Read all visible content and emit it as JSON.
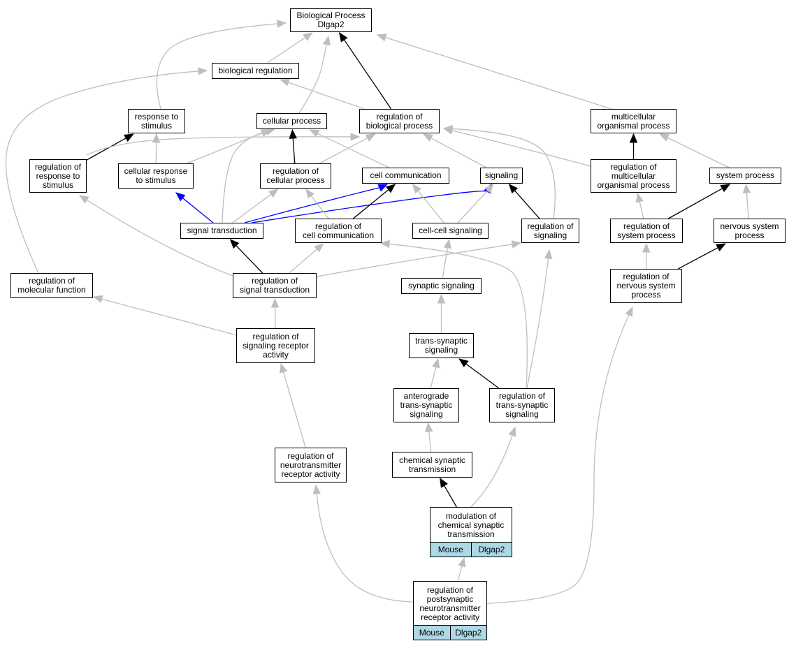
{
  "nodes": {
    "bp": "Biological Process\nDlgap2",
    "bio_reg": "biological regulation",
    "resp_stim": "response to\nstimulus",
    "cell_proc": "cellular process",
    "reg_bio_proc": "regulation of\nbiological process",
    "multi_proc": "multicellular\norganismal process",
    "reg_resp_stim": "regulation of\nresponse to\nstimulus",
    "cell_resp_stim": "cellular response\nto stimulus",
    "reg_cell_proc": "regulation of\ncellular process",
    "cell_comm": "cell communication",
    "signaling": "signaling",
    "reg_multi_proc": "regulation of\nmulticellular\norganismal process",
    "sys_proc": "system process",
    "sig_trans": "signal transduction",
    "reg_cell_comm": "regulation of\ncell communication",
    "cell_cell_sig": "cell-cell signaling",
    "reg_signaling": "regulation of\nsignaling",
    "reg_sys_proc": "regulation of\nsystem process",
    "nerv_proc": "nervous system\nprocess",
    "reg_mol_func": "regulation of\nmolecular function",
    "reg_sig_trans": "regulation of\nsignal transduction",
    "syn_sig": "synaptic signaling",
    "reg_nerv_proc": "regulation of\nnervous system\nprocess",
    "reg_sig_rec": "regulation of\nsignaling receptor\nactivity",
    "trans_syn": "trans-synaptic\nsignaling",
    "antero": "anterograde\ntrans-synaptic\nsignaling",
    "reg_trans_syn": "regulation of\ntrans-synaptic\nsignaling",
    "reg_neuro_rec": "regulation of\nneurotransmitter\nreceptor activity",
    "chem_syn": "chemical synaptic\ntransmission",
    "mod_chem": "modulation of\nchemical synaptic\ntransmission",
    "reg_post": "regulation of\npostsynaptic\nneurotransmitter\nreceptor activity"
  },
  "annotations": {
    "mod_chem": [
      "Mouse",
      "Dlgap2"
    ],
    "reg_post": [
      "Mouse",
      "Dlgap2"
    ]
  },
  "edge_colors": {
    "default": "#bebebe",
    "part": "#000000",
    "direct": "#0000ff"
  },
  "edges": [
    {
      "from": "bio_reg",
      "to": "bp",
      "type": "default"
    },
    {
      "from": "resp_stim",
      "to": "bp",
      "type": "default"
    },
    {
      "from": "cell_proc",
      "to": "bp",
      "type": "default"
    },
    {
      "from": "reg_bio_proc",
      "to": "bp",
      "type": "part"
    },
    {
      "from": "multi_proc",
      "to": "bp",
      "type": "default"
    },
    {
      "from": "reg_bio_proc",
      "to": "bio_reg",
      "type": "default"
    },
    {
      "from": "reg_mol_func",
      "to": "bio_reg",
      "type": "default"
    },
    {
      "from": "reg_resp_stim",
      "to": "resp_stim",
      "type": "part"
    },
    {
      "from": "cell_resp_stim",
      "to": "resp_stim",
      "type": "default"
    },
    {
      "from": "reg_resp_stim",
      "to": "reg_bio_proc",
      "type": "default"
    },
    {
      "from": "cell_resp_stim",
      "to": "cell_proc",
      "type": "default"
    },
    {
      "from": "reg_cell_proc",
      "to": "cell_proc",
      "type": "part"
    },
    {
      "from": "cell_comm",
      "to": "cell_proc",
      "type": "default"
    },
    {
      "from": "sig_trans",
      "to": "cell_proc",
      "type": "default"
    },
    {
      "from": "reg_cell_proc",
      "to": "reg_bio_proc",
      "type": "default"
    },
    {
      "from": "signaling",
      "to": "reg_bio_proc",
      "type": "default"
    },
    {
      "from": "reg_signaling",
      "to": "reg_bio_proc",
      "type": "default"
    },
    {
      "from": "reg_multi_proc",
      "to": "reg_bio_proc",
      "type": "default"
    },
    {
      "from": "reg_multi_proc",
      "to": "multi_proc",
      "type": "part"
    },
    {
      "from": "sys_proc",
      "to": "multi_proc",
      "type": "default"
    },
    {
      "from": "sig_trans",
      "to": "cell_resp_stim",
      "type": "direct"
    },
    {
      "from": "sig_trans",
      "to": "reg_cell_proc",
      "type": "default"
    },
    {
      "from": "sig_trans",
      "to": "cell_comm",
      "type": "direct"
    },
    {
      "from": "sig_trans",
      "to": "signaling",
      "type": "direct"
    },
    {
      "from": "reg_cell_comm",
      "to": "reg_cell_proc",
      "type": "default"
    },
    {
      "from": "reg_cell_comm",
      "to": "cell_comm",
      "type": "part"
    },
    {
      "from": "cell_cell_sig",
      "to": "cell_comm",
      "type": "default"
    },
    {
      "from": "cell_cell_sig",
      "to": "signaling",
      "type": "default"
    },
    {
      "from": "reg_signaling",
      "to": "signaling",
      "type": "part"
    },
    {
      "from": "reg_sys_proc",
      "to": "reg_multi_proc",
      "type": "default"
    },
    {
      "from": "reg_sys_proc",
      "to": "sys_proc",
      "type": "part"
    },
    {
      "from": "nerv_proc",
      "to": "sys_proc",
      "type": "default"
    },
    {
      "from": "reg_sig_trans",
      "to": "reg_resp_stim",
      "type": "default"
    },
    {
      "from": "reg_sig_trans",
      "to": "sig_trans",
      "type": "part"
    },
    {
      "from": "reg_sig_trans",
      "to": "reg_cell_comm",
      "type": "default"
    },
    {
      "from": "reg_sig_trans",
      "to": "reg_signaling",
      "type": "default"
    },
    {
      "from": "syn_sig",
      "to": "cell_cell_sig",
      "type": "default"
    },
    {
      "from": "reg_nerv_proc",
      "to": "reg_sys_proc",
      "type": "default"
    },
    {
      "from": "reg_nerv_proc",
      "to": "nerv_proc",
      "type": "part"
    },
    {
      "from": "reg_sig_rec",
      "to": "reg_mol_func",
      "type": "default"
    },
    {
      "from": "reg_sig_rec",
      "to": "reg_sig_trans",
      "type": "default"
    },
    {
      "from": "trans_syn",
      "to": "syn_sig",
      "type": "default"
    },
    {
      "from": "antero",
      "to": "trans_syn",
      "type": "default"
    },
    {
      "from": "reg_trans_syn",
      "to": "trans_syn",
      "type": "part"
    },
    {
      "from": "reg_trans_syn",
      "to": "reg_cell_comm",
      "type": "default"
    },
    {
      "from": "reg_trans_syn",
      "to": "reg_signaling",
      "type": "default"
    },
    {
      "from": "reg_neuro_rec",
      "to": "reg_sig_rec",
      "type": "default"
    },
    {
      "from": "chem_syn",
      "to": "antero",
      "type": "default"
    },
    {
      "from": "mod_chem",
      "to": "chem_syn",
      "type": "part"
    },
    {
      "from": "mod_chem",
      "to": "reg_trans_syn",
      "type": "default"
    },
    {
      "from": "reg_post",
      "to": "mod_chem",
      "type": "default"
    },
    {
      "from": "reg_post",
      "to": "reg_neuro_rec",
      "type": "default"
    },
    {
      "from": "reg_post",
      "to": "reg_nerv_proc",
      "type": "default"
    }
  ]
}
